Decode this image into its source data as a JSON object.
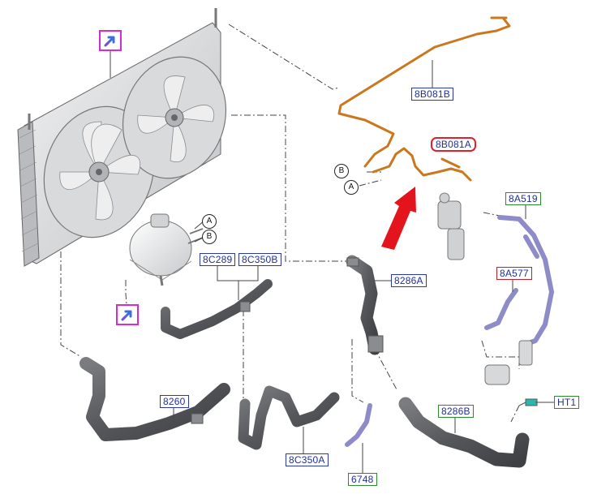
{
  "labels": {
    "p8B081B": "8B081B",
    "p8B081A": "8B081A",
    "p8A519": "8A519",
    "p8A577": "8A577",
    "p8C289": "8C289",
    "p8C350B": "8C350B",
    "p8286A": "8286A",
    "p8260": "8260",
    "p8286B": "8286B",
    "pHT1": "HT1",
    "p8C350A": "8C350A",
    "p6748": "6748"
  },
  "callouts": {
    "A_tank": "A",
    "B_tank": "B",
    "B_pipe": "B",
    "A_pipe": "A"
  },
  "icons": {
    "pin_top": "view-more-icon",
    "pin_left": "view-more-icon"
  },
  "colors": {
    "blue_box": "#2b3aa8",
    "green_box": "#2e8a2e",
    "red_box": "#c0202a",
    "highlight": "#e0202a",
    "pin_magenta": "#d62bd0",
    "hose_gray": "#5b5d61",
    "pipe_orange": "#c9781e",
    "pipe_purple": "#8e8cc8",
    "arrow_red": "#e3141c"
  }
}
